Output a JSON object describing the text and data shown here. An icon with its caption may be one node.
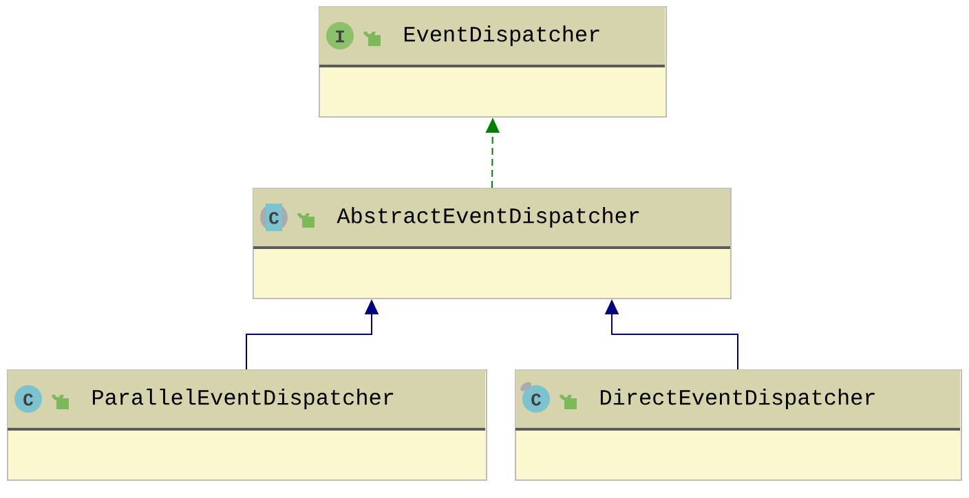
{
  "diagram": {
    "nodes": [
      {
        "text": [
          "I",
          "EventDispatcher"
        ]
      },
      {
        "text": [
          "C",
          "AbstractEventDispatcher"
        ]
      },
      {
        "text": [
          "C",
          "ParallelEventDispatcher"
        ]
      },
      {
        "text": [
          "C",
          "DirectEventDispatcher"
        ]
      }
    ],
    "edges": [
      {
        "from": 1,
        "to": 0,
        "arrow": "to",
        "style": "dashed",
        "color": "#008000"
      },
      {
        "from": 2,
        "to": 1,
        "arrow": "to"
      },
      {
        "from": 3,
        "to": 1,
        "arrow": "to"
      }
    ]
  }
}
